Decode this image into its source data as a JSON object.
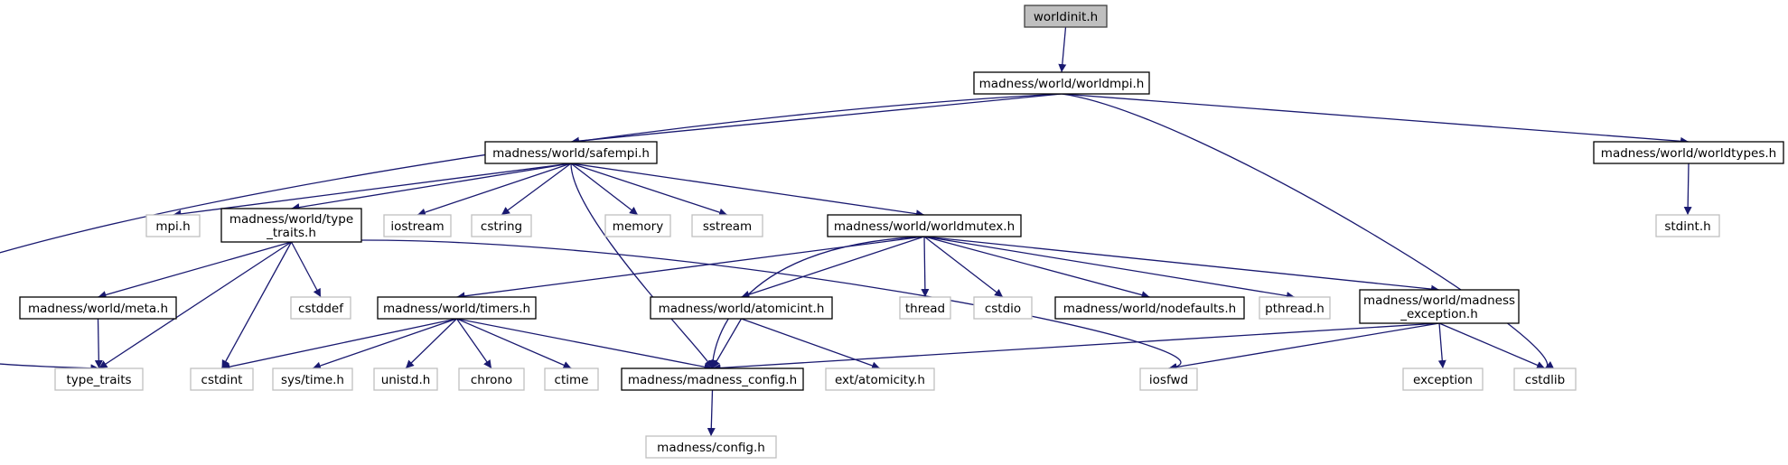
{
  "colors": {
    "edge": "#191970",
    "root_fill": "#bfbfbf",
    "root_border": "#404040",
    "internal_border": "#000000",
    "external_border": "#bfbfbf",
    "node_fill": "#ffffff",
    "text": "#000000"
  },
  "nodes": [
    {
      "id": "worldinit",
      "lines": [
        "worldinit.h"
      ],
      "kind": "root"
    },
    {
      "id": "worldmpi",
      "lines": [
        "madness/world/worldmpi.h"
      ],
      "kind": "internal"
    },
    {
      "id": "safempi",
      "lines": [
        "madness/world/safempi.h"
      ],
      "kind": "internal"
    },
    {
      "id": "worldtypes",
      "lines": [
        "madness/world/worldtypes.h"
      ],
      "kind": "internal"
    },
    {
      "id": "mpih",
      "lines": [
        "mpi.h"
      ],
      "kind": "external"
    },
    {
      "id": "typetraitsh",
      "lines": [
        "madness/world/type",
        "_traits.h"
      ],
      "kind": "internal"
    },
    {
      "id": "iostream",
      "lines": [
        "iostream"
      ],
      "kind": "external"
    },
    {
      "id": "cstring",
      "lines": [
        "cstring"
      ],
      "kind": "external"
    },
    {
      "id": "memory",
      "lines": [
        "memory"
      ],
      "kind": "external"
    },
    {
      "id": "sstream",
      "lines": [
        "sstream"
      ],
      "kind": "external"
    },
    {
      "id": "worldmutex",
      "lines": [
        "madness/world/worldmutex.h"
      ],
      "kind": "internal"
    },
    {
      "id": "stdinth",
      "lines": [
        "stdint.h"
      ],
      "kind": "external"
    },
    {
      "id": "meta",
      "lines": [
        "madness/world/meta.h"
      ],
      "kind": "internal"
    },
    {
      "id": "cstddef",
      "lines": [
        "cstddef"
      ],
      "kind": "external"
    },
    {
      "id": "timers",
      "lines": [
        "madness/world/timers.h"
      ],
      "kind": "internal"
    },
    {
      "id": "atomicint",
      "lines": [
        "madness/world/atomicint.h"
      ],
      "kind": "internal"
    },
    {
      "id": "thread",
      "lines": [
        "thread"
      ],
      "kind": "external"
    },
    {
      "id": "cstdio",
      "lines": [
        "cstdio"
      ],
      "kind": "external"
    },
    {
      "id": "nodefaults",
      "lines": [
        "madness/world/nodefaults.h"
      ],
      "kind": "internal"
    },
    {
      "id": "pthread",
      "lines": [
        "pthread.h"
      ],
      "kind": "external"
    },
    {
      "id": "madexc",
      "lines": [
        "madness/world/madness",
        "_exception.h"
      ],
      "kind": "internal"
    },
    {
      "id": "type_traits",
      "lines": [
        "type_traits"
      ],
      "kind": "external"
    },
    {
      "id": "cstdint",
      "lines": [
        "cstdint"
      ],
      "kind": "external"
    },
    {
      "id": "systime",
      "lines": [
        "sys/time.h"
      ],
      "kind": "external"
    },
    {
      "id": "unistd",
      "lines": [
        "unistd.h"
      ],
      "kind": "external"
    },
    {
      "id": "chrono",
      "lines": [
        "chrono"
      ],
      "kind": "external"
    },
    {
      "id": "ctime",
      "lines": [
        "ctime"
      ],
      "kind": "external"
    },
    {
      "id": "madconfig",
      "lines": [
        "madness/madness_config.h"
      ],
      "kind": "internal"
    },
    {
      "id": "extatomicity",
      "lines": [
        "ext/atomicity.h"
      ],
      "kind": "external"
    },
    {
      "id": "iosfwd",
      "lines": [
        "iosfwd"
      ],
      "kind": "external"
    },
    {
      "id": "exception",
      "lines": [
        "exception"
      ],
      "kind": "external"
    },
    {
      "id": "cstdlib",
      "lines": [
        "cstdlib"
      ],
      "kind": "external"
    },
    {
      "id": "configh",
      "lines": [
        "madness/config.h"
      ],
      "kind": "external"
    }
  ],
  "edges": [
    {
      "from": "worldinit",
      "to": "worldmpi"
    },
    {
      "from": "worldmpi",
      "to": "safempi"
    },
    {
      "from": "worldmpi",
      "to": "worldtypes"
    },
    {
      "from": "worldmpi",
      "to": "type_traits"
    },
    {
      "from": "worldmpi",
      "to": "cstdlib"
    },
    {
      "from": "safempi",
      "to": "mpih"
    },
    {
      "from": "safempi",
      "to": "typetraitsh"
    },
    {
      "from": "safempi",
      "to": "iostream"
    },
    {
      "from": "safempi",
      "to": "cstring"
    },
    {
      "from": "safempi",
      "to": "memory"
    },
    {
      "from": "safempi",
      "to": "sstream"
    },
    {
      "from": "safempi",
      "to": "worldmutex"
    },
    {
      "from": "safempi",
      "to": "madconfig"
    },
    {
      "from": "worldtypes",
      "to": "stdinth"
    },
    {
      "from": "typetraitsh",
      "to": "meta"
    },
    {
      "from": "typetraitsh",
      "to": "type_traits"
    },
    {
      "from": "typetraitsh",
      "to": "cstddef"
    },
    {
      "from": "typetraitsh",
      "to": "cstdint"
    },
    {
      "from": "typetraitsh",
      "to": "iosfwd"
    },
    {
      "from": "meta",
      "to": "type_traits"
    },
    {
      "from": "worldmutex",
      "to": "timers"
    },
    {
      "from": "worldmutex",
      "to": "atomicint"
    },
    {
      "from": "worldmutex",
      "to": "thread"
    },
    {
      "from": "worldmutex",
      "to": "cstdio"
    },
    {
      "from": "worldmutex",
      "to": "nodefaults"
    },
    {
      "from": "worldmutex",
      "to": "pthread"
    },
    {
      "from": "worldmutex",
      "to": "madexc"
    },
    {
      "from": "worldmutex",
      "to": "madconfig"
    },
    {
      "from": "timers",
      "to": "cstdint"
    },
    {
      "from": "timers",
      "to": "systime"
    },
    {
      "from": "timers",
      "to": "unistd"
    },
    {
      "from": "timers",
      "to": "chrono"
    },
    {
      "from": "timers",
      "to": "ctime"
    },
    {
      "from": "timers",
      "to": "madconfig"
    },
    {
      "from": "atomicint",
      "to": "madconfig"
    },
    {
      "from": "atomicint",
      "to": "extatomicity"
    },
    {
      "from": "madexc",
      "to": "madconfig"
    },
    {
      "from": "madexc",
      "to": "iosfwd"
    },
    {
      "from": "madexc",
      "to": "exception"
    },
    {
      "from": "madexc",
      "to": "cstdlib"
    },
    {
      "from": "madconfig",
      "to": "configh"
    }
  ]
}
